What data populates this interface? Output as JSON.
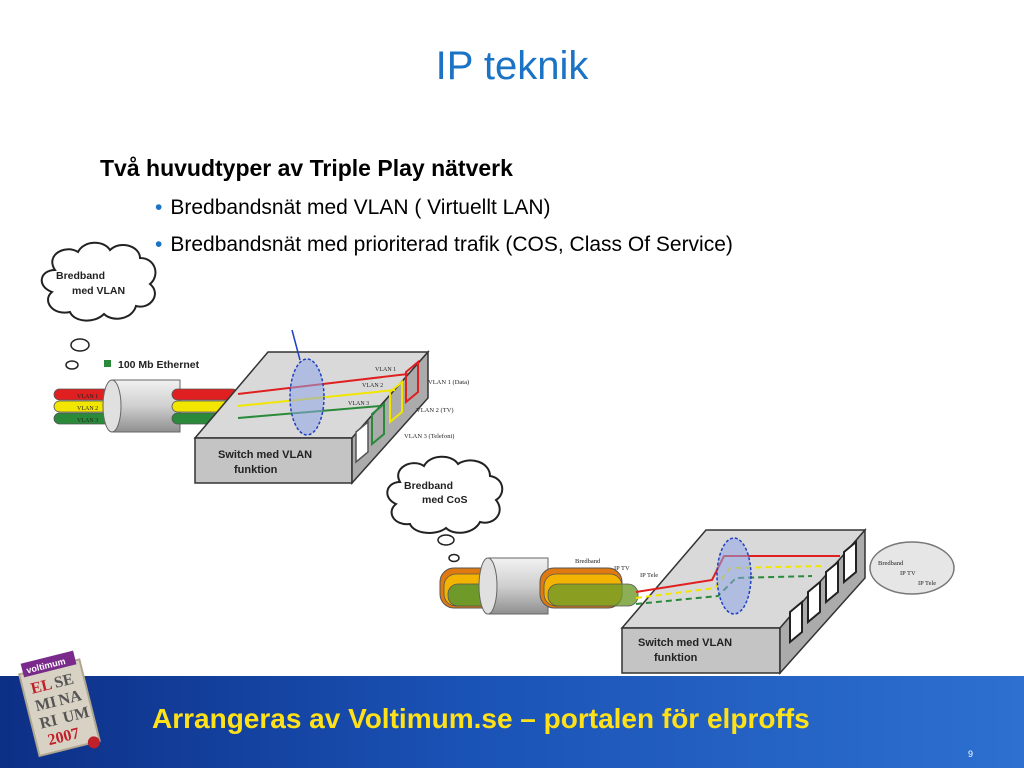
{
  "slide": {
    "title": "IP teknik",
    "heading": "Två huvudtyper av Triple Play nätverk",
    "bullets": [
      "Bredbandsnät med VLAN ( Virtuellt LAN)",
      "Bredbandsnät med prioriterad trafik (COS, Class Of Service)"
    ],
    "footer": "Arrangeras av Voltimum.se – portalen för elproffs",
    "page_number": "9"
  },
  "diagram_top": {
    "cloud": "Bredband\n med VLAN",
    "legend": "100 Mb Ethernet",
    "cable_labels": [
      "VLAN 1",
      "VLAN 2",
      "VLAN 3"
    ],
    "switch_inner_labels": [
      "VLAN 1",
      "VLAN 2",
      "VLAN 3"
    ],
    "outputs": [
      "VLAN 1 (Data)",
      "VLAN 2  (TV)",
      "VLAN 3  (Telefoni)"
    ],
    "switch_label": "Switch med VLAN\n  funktion"
  },
  "diagram_bottom": {
    "cloud": "Bredband\n  med CoS",
    "cable_labels": [
      "Bredband",
      "IP TV",
      "IP Tele"
    ],
    "switch_label": "Switch med VLAN\n  funktion",
    "output_bubble": [
      "Bredband",
      "IP TV",
      "IP Tele"
    ]
  },
  "logo": {
    "brand": "voltimum",
    "letters": [
      "EL",
      "SE",
      "MI",
      "NA",
      "RI",
      "UM",
      "2007"
    ]
  },
  "colors": {
    "title": "#1a73c4",
    "footer_text": "#ffe11a",
    "vlan_red": "#e02020",
    "vlan_yellow": "#f2e600",
    "vlan_green": "#2a8a3a"
  }
}
